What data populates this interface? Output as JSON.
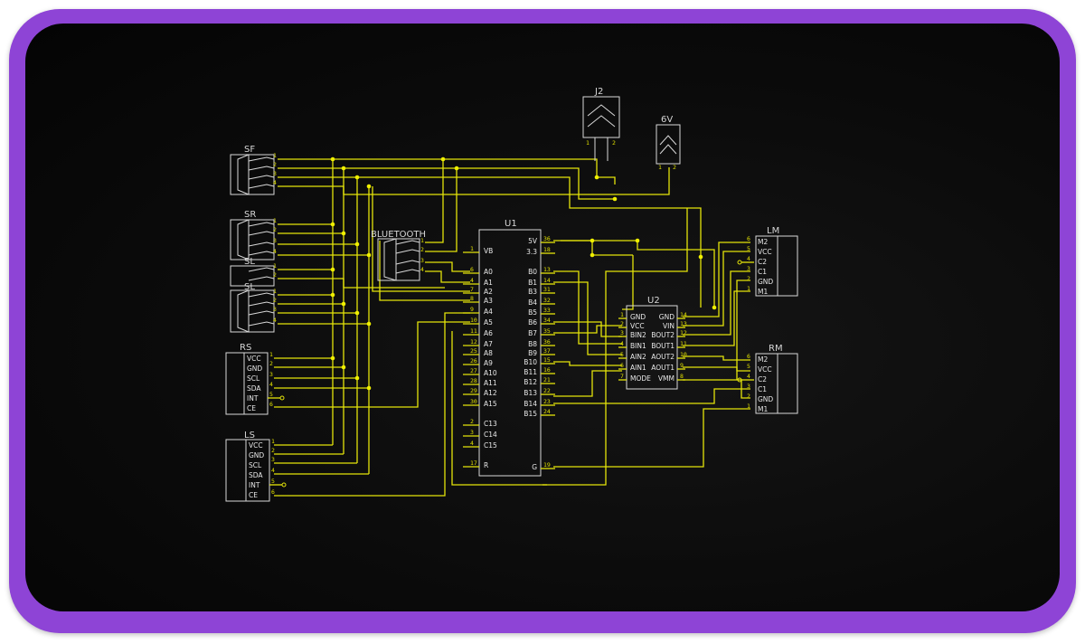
{
  "components": {
    "SF": {
      "label": "SF",
      "pins": [
        "1",
        "2",
        "3",
        "4"
      ]
    },
    "SR": {
      "label": "SR",
      "pins": [
        "1",
        "2",
        "3",
        "4"
      ]
    },
    "SL1": {
      "label": "SL",
      "pins": [
        "1",
        "2"
      ]
    },
    "SL2": {
      "label": "SL",
      "pins": [
        "1",
        "2",
        "3",
        "4"
      ]
    },
    "RS": {
      "label": "RS",
      "pins": [
        {
          "num": "1",
          "name": "VCC"
        },
        {
          "num": "2",
          "name": "GND"
        },
        {
          "num": "3",
          "name": "SCL"
        },
        {
          "num": "4",
          "name": "SDA"
        },
        {
          "num": "5",
          "name": "INT"
        },
        {
          "num": "6",
          "name": "CE"
        }
      ]
    },
    "LS": {
      "label": "LS",
      "pins": [
        {
          "num": "1",
          "name": "VCC"
        },
        {
          "num": "2",
          "name": "GND"
        },
        {
          "num": "3",
          "name": "SCL"
        },
        {
          "num": "4",
          "name": "SDA"
        },
        {
          "num": "5",
          "name": "INT"
        },
        {
          "num": "6",
          "name": "CE"
        }
      ]
    },
    "BLUETOOTH": {
      "label": "BLUETOOTH",
      "pins": [
        "1",
        "2",
        "3",
        "4"
      ]
    },
    "U1": {
      "label": "U1",
      "left_pins": [
        {
          "num": "1",
          "name": "VB"
        },
        {
          "num": "6",
          "name": "A0"
        },
        {
          "num": "4",
          "name": "A1"
        },
        {
          "num": "7",
          "name": "A2"
        },
        {
          "num": "8",
          "name": "A3"
        },
        {
          "num": "9",
          "name": "A4"
        },
        {
          "num": "10",
          "name": "A5"
        },
        {
          "num": "11",
          "name": "A6"
        },
        {
          "num": "12",
          "name": "A7"
        },
        {
          "num": "25",
          "name": "A8"
        },
        {
          "num": "26",
          "name": "A9"
        },
        {
          "num": "27",
          "name": "A10"
        },
        {
          "num": "28",
          "name": "A11"
        },
        {
          "num": "29",
          "name": "A12"
        },
        {
          "num": "30",
          "name": "A15"
        },
        {
          "num": "2",
          "name": "C13"
        },
        {
          "num": "3",
          "name": "C14"
        },
        {
          "num": "4",
          "name": "C15"
        },
        {
          "num": "17",
          "name": "R"
        }
      ],
      "right_pins": [
        {
          "num": "36",
          "name": "5V"
        },
        {
          "num": "18",
          "name": "3.3"
        },
        {
          "num": "13",
          "name": "B0"
        },
        {
          "num": "14",
          "name": "B1"
        },
        {
          "num": "31",
          "name": "B3"
        },
        {
          "num": "32",
          "name": "B4"
        },
        {
          "num": "33",
          "name": "B5"
        },
        {
          "num": "34",
          "name": "B6"
        },
        {
          "num": "35",
          "name": "B7"
        },
        {
          "num": "36",
          "name": "B8"
        },
        {
          "num": "37",
          "name": "B9"
        },
        {
          "num": "15",
          "name": "B10"
        },
        {
          "num": "16",
          "name": "B11"
        },
        {
          "num": "21",
          "name": "B12"
        },
        {
          "num": "22",
          "name": "B13"
        },
        {
          "num": "23",
          "name": "B14"
        },
        {
          "num": "24",
          "name": "B15"
        },
        {
          "num": "19",
          "name": "G"
        }
      ]
    },
    "U2": {
      "label": "U2",
      "left_pins": [
        {
          "num": "1",
          "name": "GND"
        },
        {
          "num": "2",
          "name": "VCC"
        },
        {
          "num": "3",
          "name": "BIN2"
        },
        {
          "num": "4",
          "name": "BIN1"
        },
        {
          "num": "5",
          "name": "AIN2"
        },
        {
          "num": "6",
          "name": "AIN1"
        },
        {
          "num": "7",
          "name": "MODE"
        }
      ],
      "right_pins": [
        {
          "num": "14",
          "name": "GND"
        },
        {
          "num": "13",
          "name": "VIN"
        },
        {
          "num": "12",
          "name": "BOUT2"
        },
        {
          "num": "11",
          "name": "BOUT1"
        },
        {
          "num": "10",
          "name": "AOUT2"
        },
        {
          "num": "9",
          "name": "AOUT1"
        },
        {
          "num": "8",
          "name": "VMM"
        }
      ]
    },
    "J2": {
      "label": "J2",
      "pins": [
        "1",
        "2"
      ]
    },
    "BAT": {
      "label": "6V",
      "pins": [
        "1",
        "2"
      ]
    },
    "LM": {
      "label": "LM",
      "pins": [
        {
          "num": "6",
          "name": "M2"
        },
        {
          "num": "5",
          "name": "VCC"
        },
        {
          "num": "4",
          "name": "C2"
        },
        {
          "num": "3",
          "name": "C1"
        },
        {
          "num": "2",
          "name": "GND"
        },
        {
          "num": "1",
          "name": "M1"
        }
      ]
    },
    "RM": {
      "label": "RM",
      "pins": [
        {
          "num": "6",
          "name": "M2"
        },
        {
          "num": "5",
          "name": "VCC"
        },
        {
          "num": "4",
          "name": "C2"
        },
        {
          "num": "3",
          "name": "C1"
        },
        {
          "num": "2",
          "name": "GND"
        },
        {
          "num": "1",
          "name": "M1"
        }
      ]
    }
  },
  "colors": {
    "wire": "#e4e40a",
    "frame": "#8e44d6",
    "background": "#0b0b0b",
    "component": "#d8d8d8"
  }
}
